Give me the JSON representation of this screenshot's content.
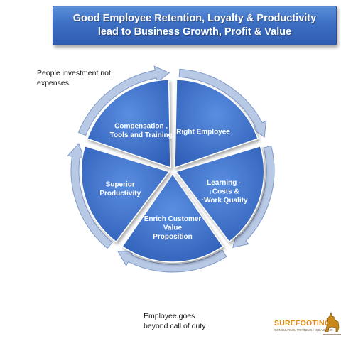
{
  "title": {
    "line1": "Good Employee Retention, Loyalty & Productivity",
    "line2": "lead to Business Growth, Profit & Value"
  },
  "notes": {
    "top_line1": "People investment not",
    "top_line2": "expenses",
    "bottom_line1": "Employee goes",
    "bottom_line2": "beyond call of duty"
  },
  "segments": [
    {
      "key": "right-employee",
      "lines": [
        "Right Employee"
      ]
    },
    {
      "key": "learning",
      "lines": [
        "Learning -",
        "↓Costs &",
        "↑Work Quality"
      ]
    },
    {
      "key": "enrich-customer",
      "lines": [
        "Enrich Customer",
        "Value",
        "Proposition"
      ]
    },
    {
      "key": "superior-productivity",
      "lines": [
        "Superior",
        "Productivity"
      ]
    },
    {
      "key": "compensation",
      "lines": [
        "Compensation ,",
        "Tools and Training"
      ]
    }
  ],
  "logo": {
    "name": "SUREFOOTING",
    "tagline": "CONSULTING, TRAINING + COACHING",
    "icon": "goat-icon"
  },
  "colors": {
    "segment_fill": "#3a6fcb",
    "arrow_fill": "#b8c9e6",
    "arrow_stroke": "#7f99c6",
    "logo_orange": "#e08a12"
  }
}
